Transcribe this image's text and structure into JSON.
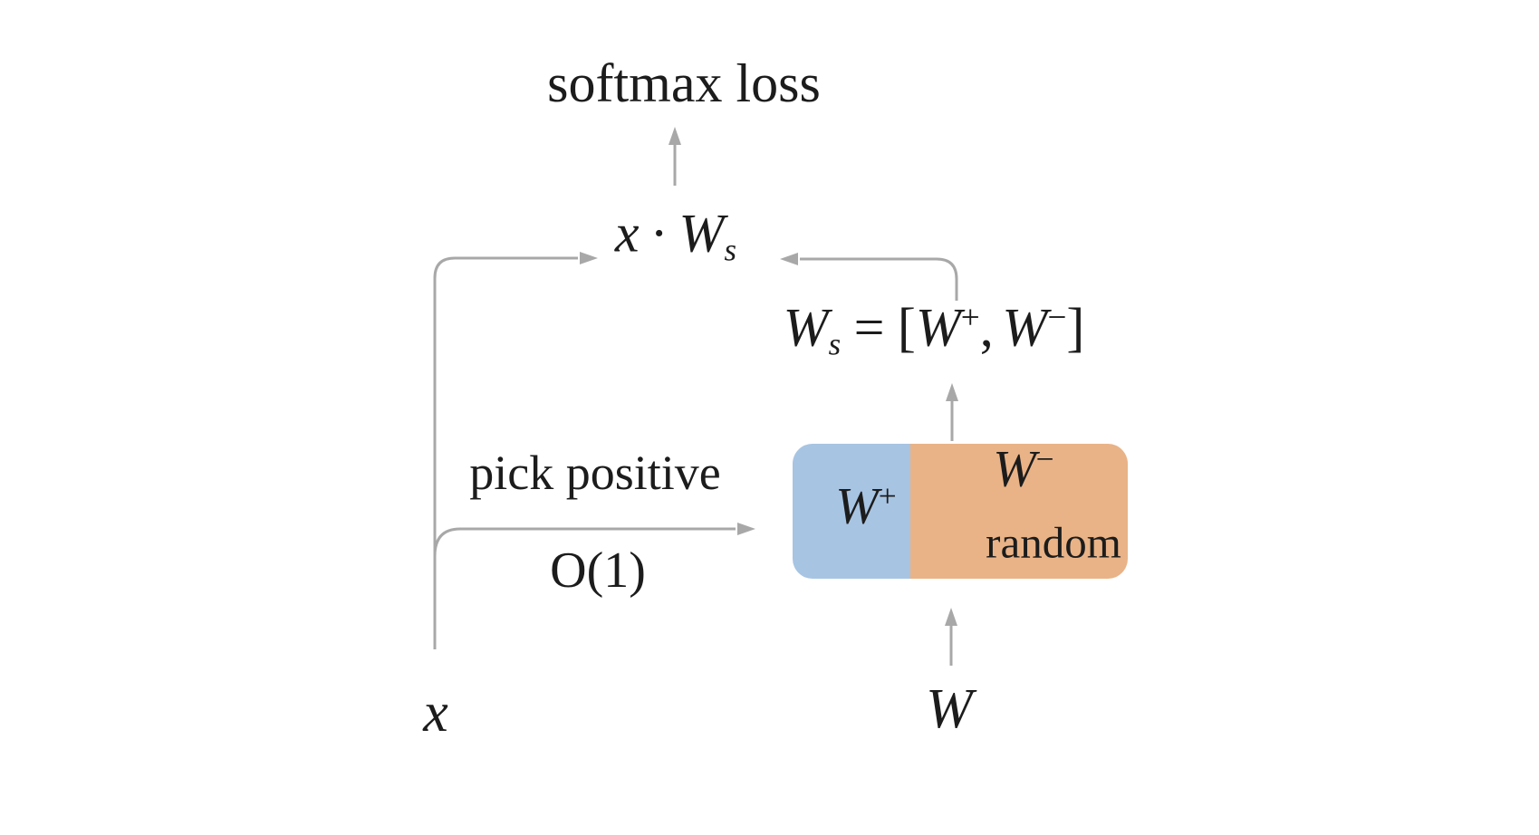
{
  "diagram": {
    "colors": {
      "background": "#ffffff",
      "text": "#1c1c1c",
      "edge": "#a8a8a8",
      "positive_block": "#a7c4e3",
      "negative_block": "#e9b387"
    },
    "loss": {
      "label": "softmax loss"
    },
    "logits": {
      "x": "x",
      "dot": "·",
      "W": "W",
      "s": "s"
    },
    "equation": {
      "W": "W",
      "s": "s",
      "equals": "=",
      "open_bracket": "[",
      "W_pos": "W",
      "plus": "+",
      "comma": ",",
      "W_neg": "W",
      "minus": "−",
      "close_bracket": "]"
    },
    "weight_box": {
      "positive": {
        "W": "W",
        "sup": "+"
      },
      "negative": {
        "W": "W",
        "sup": "−",
        "note": "random"
      }
    },
    "edge_labels": {
      "pick_positive": "pick positive",
      "complexity": "O(1)"
    },
    "inputs": {
      "x_label": "x",
      "W_label": "W"
    }
  }
}
